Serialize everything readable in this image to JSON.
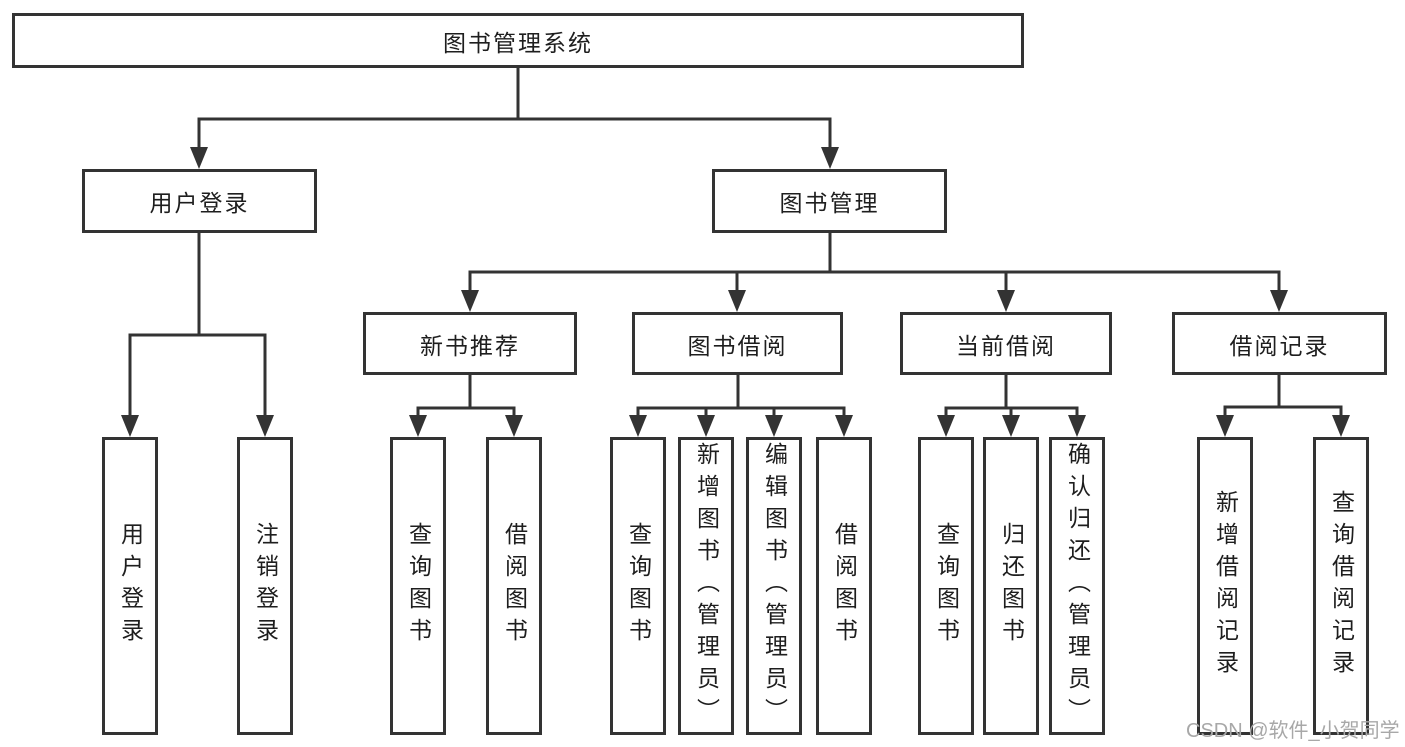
{
  "root": {
    "label": "图书管理系统"
  },
  "branches": [
    {
      "label": "用户登录",
      "leaves": [
        "用户登录",
        "注销登录"
      ]
    },
    {
      "label": "图书管理",
      "groups": [
        {
          "label": "新书推荐",
          "leaves": [
            "查询图书",
            "借阅图书"
          ]
        },
        {
          "label": "图书借阅",
          "leaves": [
            "查询图书",
            "新增图书（管理员）",
            "编辑图书（管理员）",
            "借阅图书"
          ]
        },
        {
          "label": "当前借阅",
          "leaves": [
            "查询图书",
            "归还图书",
            "确认归还（管理员）"
          ]
        },
        {
          "label": "借阅记录",
          "leaves": [
            "新增借阅记录",
            "查询借阅记录"
          ]
        }
      ]
    }
  ],
  "watermark": "CSDN @软件_小贺同学",
  "colors": {
    "line": "#333333",
    "text": "#1e1e1e",
    "watermark": "#a8a8a8",
    "background": "#ffffff"
  }
}
